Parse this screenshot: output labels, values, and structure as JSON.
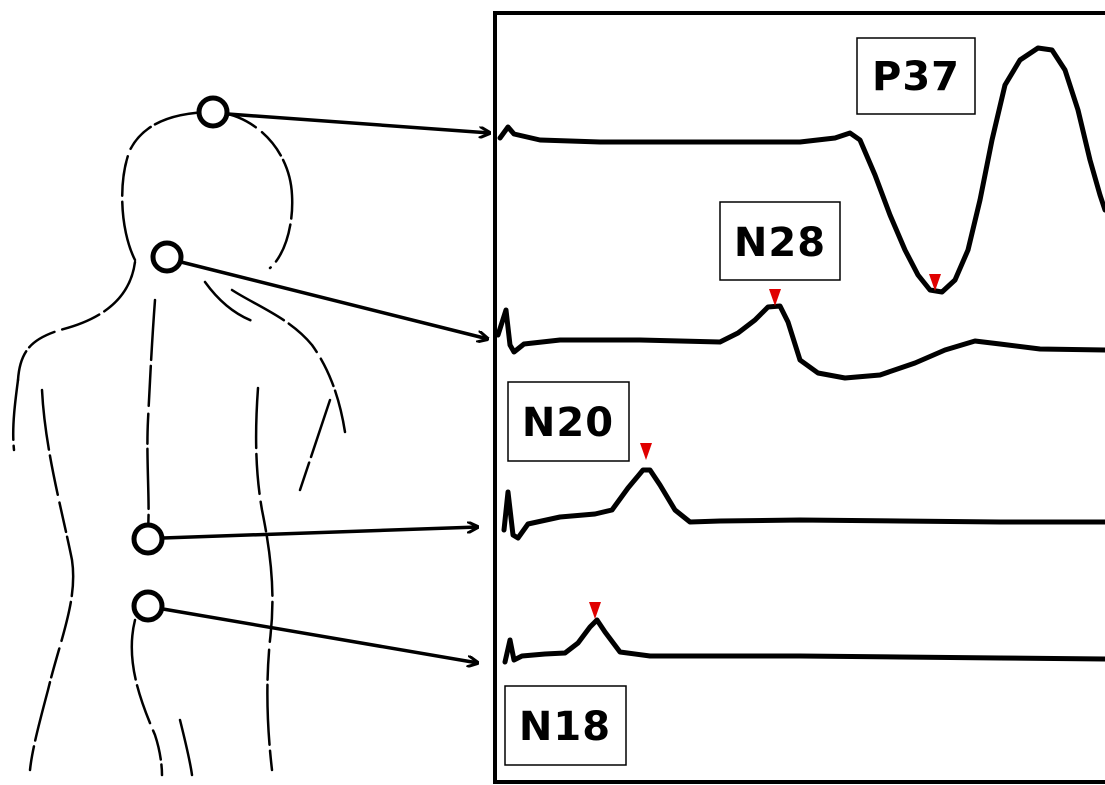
{
  "colors": {
    "stroke": "#000000",
    "peak_marker": "#e00000",
    "background": "#ffffff"
  },
  "electrodes": [
    {
      "site": "scalp",
      "waveform": "scalp-waveform"
    },
    {
      "site": "neck",
      "waveform": "neck-waveform"
    },
    {
      "site": "lumbar",
      "waveform": "lumbar-waveform"
    },
    {
      "site": "sacral",
      "waveform": "sacral-waveform"
    }
  ],
  "peaks": [
    {
      "id": "p37",
      "label": "P37"
    },
    {
      "id": "n28",
      "label": "N28"
    },
    {
      "id": "n20",
      "label": "N20"
    },
    {
      "id": "n18",
      "label": "N18"
    }
  ]
}
